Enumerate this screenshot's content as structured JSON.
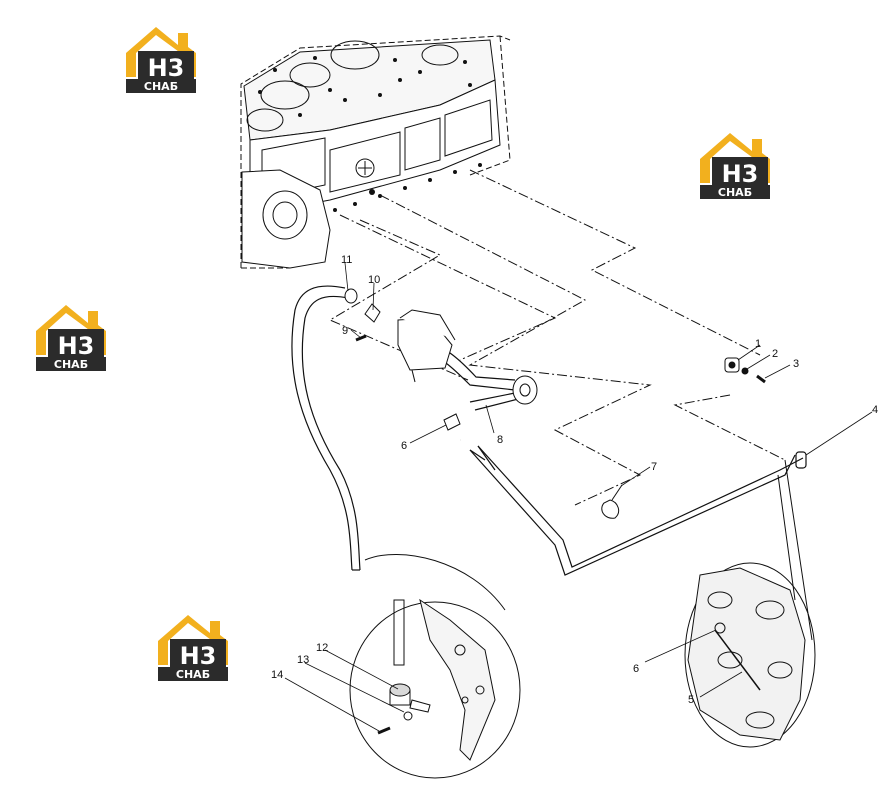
{
  "logos": [
    {
      "top": "H3",
      "bottom": "СНАБ"
    },
    {
      "top": "H3",
      "bottom": "СНАБ"
    },
    {
      "top": "H3",
      "bottom": "СНАБ"
    },
    {
      "top": "H3",
      "bottom": "СНАБ"
    }
  ],
  "callouts": [
    "1",
    "2",
    "3",
    "4",
    "5",
    "6",
    "6",
    "7",
    "8",
    "9",
    "10",
    "11",
    "12",
    "13",
    "14"
  ],
  "colors": {
    "logo_yellow": "#f2b01e",
    "logo_dark": "#2b2b2b",
    "line": "#111111"
  }
}
